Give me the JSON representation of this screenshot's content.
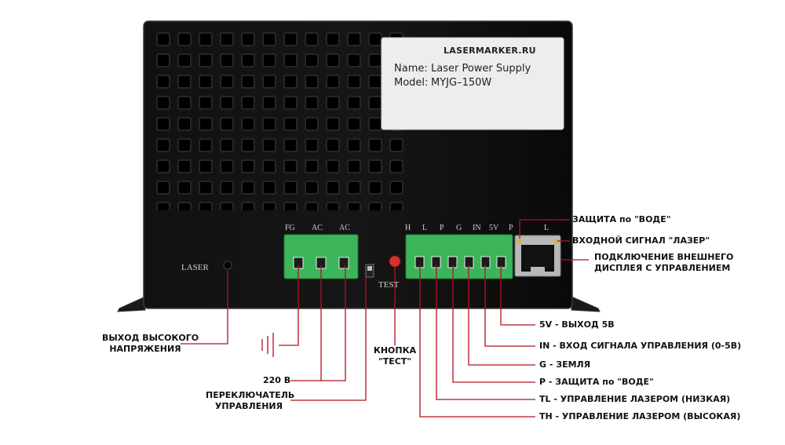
{
  "sticker": {
    "brand": "LASERMARKER.RU",
    "name_label": "Name:",
    "name_value": "Laser Power Supply",
    "model_label": "Model:",
    "model_value": "MYJG–150W"
  },
  "panel_labels": {
    "laser": "LASER",
    "test": "TEST",
    "fg": "FG",
    "ac1": "AC",
    "ac2": "AC",
    "h": "H",
    "l": "L",
    "p": "P",
    "g": "G",
    "in": "IN",
    "v5": "5V",
    "p2": "P",
    "l2": "L"
  },
  "annotations": {
    "water_protect": "ЗАЩИТА по \"ВОДЕ\"",
    "laser_input": "ВХОДНОЙ СИГНАЛ \"ЛАЗЕР\"",
    "display_line1": "ПОДКЛЮЧЕНИЕ ВНЕШНЕГО",
    "display_line2": "ДИСПЛЕЯ С УПРАВЛЕНИЕМ",
    "hv_line1": "ВЫХОД ВЫСОКОГО",
    "hv_line2": "НАПРЯЖЕНИЯ",
    "v220": "220 В",
    "switch_line1": "ПЕРЕКЛЮЧАТЕЛЬ",
    "switch_line2": "УПРАВЛЕНИЯ",
    "test_line1": "КНОПКА",
    "test_line2": "\"ТЕСТ\"",
    "v5_out": "5V - ВЫХОД 5В",
    "in_signal": "IN - ВХОД СИГНАЛА УПРАВЛЕНИЯ (0-5В)",
    "g_ground": "G - ЗЕМЛЯ",
    "p_protect": "P - ЗАЩИТА по \"ВОДЕ\"",
    "tl_control": "TL - УПРАВЛЕНИЕ ЛАЗЕРОМ (НИЗКАЯ)",
    "th_control": "TH - УПРАВЛЕНИЕ ЛАЗЕРОМ (ВЫСОКАЯ)"
  },
  "colors": {
    "case": "#0d0d0d",
    "terminal": "#3cb55a",
    "leader": "#b3111e",
    "sticker": "#ededed",
    "test_button": "#d8332b"
  },
  "icons": [
    "ground-symbol-icon",
    "rj45-port-icon"
  ]
}
